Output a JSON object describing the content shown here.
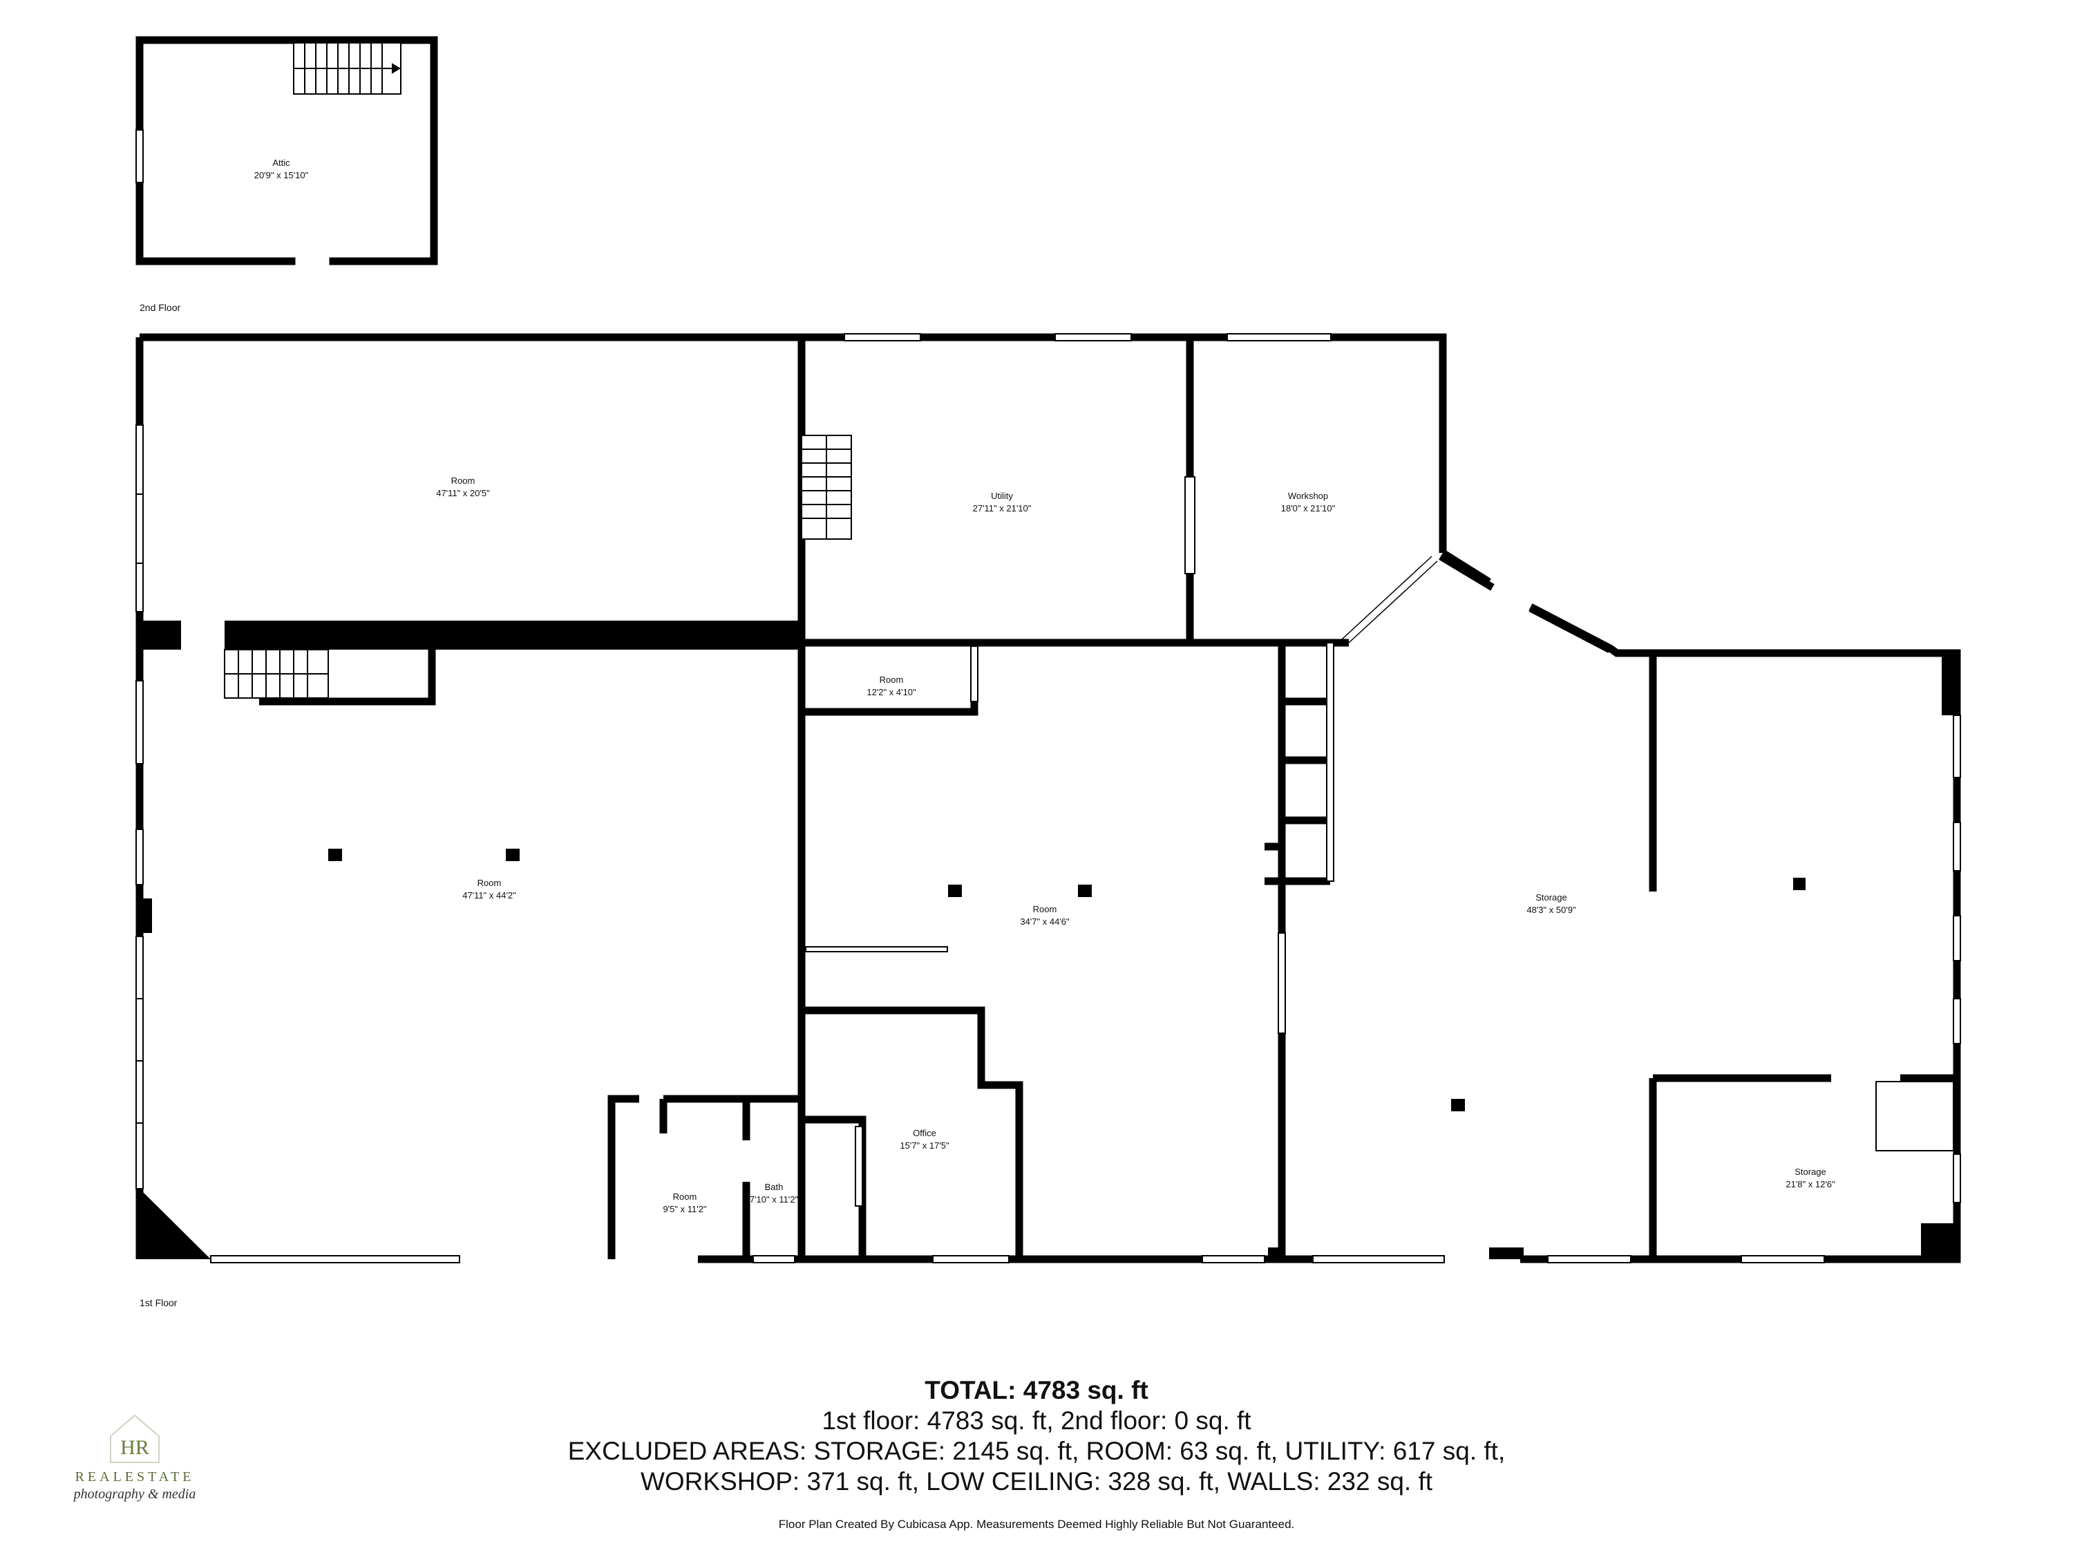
{
  "colors": {
    "wall": "#000000",
    "window": "#ffffff",
    "accent": "#6b7b3a"
  },
  "floors": [
    {
      "label": "2nd Floor"
    },
    {
      "label": "1st Floor"
    }
  ],
  "rooms": [
    {
      "name": "Attic",
      "dims": "20'9\" x 15'10\""
    },
    {
      "name": "Room",
      "dims": "47'11\" x 20'5\""
    },
    {
      "name": "Utility",
      "dims": "27'11\" x 21'10\""
    },
    {
      "name": "Workshop",
      "dims": "18'0\" x 21'10\""
    },
    {
      "name": "Room",
      "dims": "12'2\" x 4'10\""
    },
    {
      "name": "Room",
      "dims": "47'11\" x 44'2\""
    },
    {
      "name": "Room",
      "dims": "34'7\" x 44'6\""
    },
    {
      "name": "Storage",
      "dims": "48'3\" x 50'9\""
    },
    {
      "name": "Office",
      "dims": "15'7\" x 17'5\""
    },
    {
      "name": "Room",
      "dims": "9'5\" x 11'2\""
    },
    {
      "name": "Bath",
      "dims": "7'10\" x 11'2\""
    },
    {
      "name": "Storage",
      "dims": "21'8\" x 12'6\""
    }
  ],
  "summary": {
    "total": "TOTAL: 4783 sq. ft",
    "line1": "1st floor: 4783 sq. ft, 2nd floor: 0 sq. ft",
    "line2": "EXCLUDED AREAS: STORAGE: 2145 sq. ft, ROOM: 63 sq. ft, UTILITY: 617 sq. ft,",
    "line3": "WORKSHOP: 371 sq. ft, LOW CEILING: 328 sq. ft, WALLS: 232 sq. ft"
  },
  "disclaimer": "Floor Plan Created By Cubicasa App. Measurements Deemed Highly Reliable But Not Guaranteed.",
  "logo": {
    "monogram": "HR",
    "brand": "REALESTATE",
    "tagline": "photography & media"
  }
}
